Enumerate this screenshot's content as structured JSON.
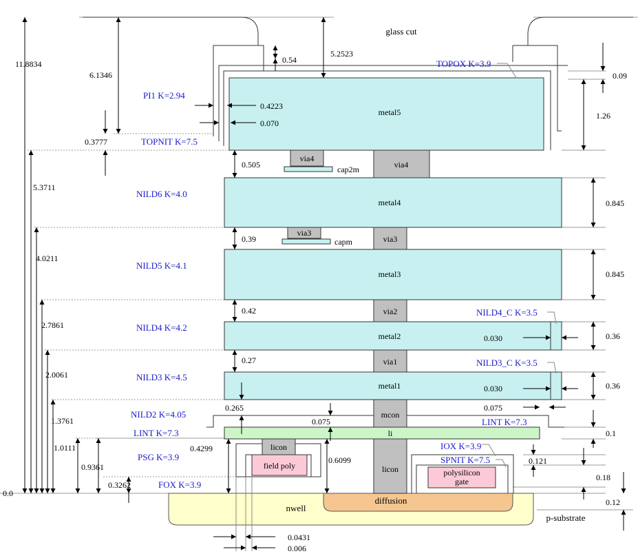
{
  "title": "glass cut",
  "substrate_labels": {
    "nwell": "nwell",
    "diffusion": "diffusion",
    "p_substrate": "p-substrate"
  },
  "colors": {
    "metal": "#c8f0f0",
    "via": "#c0c0c0",
    "li": "#ccf5c8",
    "poly": "#fccad6",
    "nwell": "#ffffcc",
    "diffusion": "#f5c690",
    "dielectric_label": "#1a1acc",
    "line": "#000000",
    "dotted": "#999999"
  },
  "layers": {
    "metal5": "metal5",
    "metal4": "metal4",
    "metal3": "metal3",
    "metal2": "metal2",
    "metal1": "metal1",
    "via4": "via4",
    "via4_small": "via4",
    "via3": "via3",
    "via3_small": "via3",
    "via2": "via2",
    "via1": "via1",
    "mcon": "mcon",
    "li": "li",
    "licon_big": "licon",
    "licon_small": "licon",
    "field_poly": "field poly",
    "poly_gate_line1": "polysilicon",
    "poly_gate_line2": "gate",
    "cap2m": "cap2m",
    "capm": "capm"
  },
  "dielectrics": {
    "topox": "TOPOX K=3.9",
    "pi1": "PI1 K=2.94",
    "topnit": "TOPNIT K=7.5",
    "nild6": "NILD6 K=4.0",
    "nild5": "NILD5 K=4.1",
    "nild4": "NILD4 K=4.2",
    "nild4c": "NILD4_C K=3.5",
    "nild3": "NILD3 K=4.5",
    "nild3c": "NILD3_C K=3.5",
    "nild2": "NILD2 K=4.05",
    "lint_left": "LINT K=7.3",
    "lint_right": "LINT K=7.3",
    "iox": "IOX K=3.9",
    "spnit": "SPNIT K=7.5",
    "psg": "PSG K=3.9",
    "fox": "FOX K=3.9"
  },
  "dimensions": {
    "h_11_8834": "11.8834",
    "h_6_1346": "6.1346",
    "h_5_2523": "5.2523",
    "h_0_54": "0.54",
    "h_0_09": "0.09",
    "h_1_26": "1.26",
    "h_0_4223": "0.4223",
    "h_0_070": "0.070",
    "h_0_3777": "0.3777",
    "h_5_3711": "5.3711",
    "h_0_505": "0.505",
    "h_0_845_m4": "0.845",
    "h_4_0211": "4.0211",
    "h_0_39": "0.39",
    "h_0_845_m3": "0.845",
    "h_2_7861": "2.7861",
    "h_0_42": "0.42",
    "h_0_36_m2": "0.36",
    "h_0_030_m2": "0.030",
    "h_2_0061": "2.0061",
    "h_0_27": "0.27",
    "h_0_36_m1": "0.36",
    "h_0_030_m1": "0.030",
    "h_1_3761": "1.3761",
    "h_0_265": "0.265",
    "h_0_075_left": "0.075",
    "h_0_075_right": "0.075",
    "h_0_1": "0.1",
    "h_1_0111": "1.0111",
    "h_0_9361": "0.9361",
    "h_0_4299": "0.4299",
    "h_0_6099": "0.6099",
    "h_0_121": "0.121",
    "h_0_18": "0.18",
    "h_0_3262": "0.3262",
    "h_0_12": "0.12",
    "h_0_0": "0.0",
    "h_0_0431": "0.0431",
    "h_0_006": "0.006"
  }
}
